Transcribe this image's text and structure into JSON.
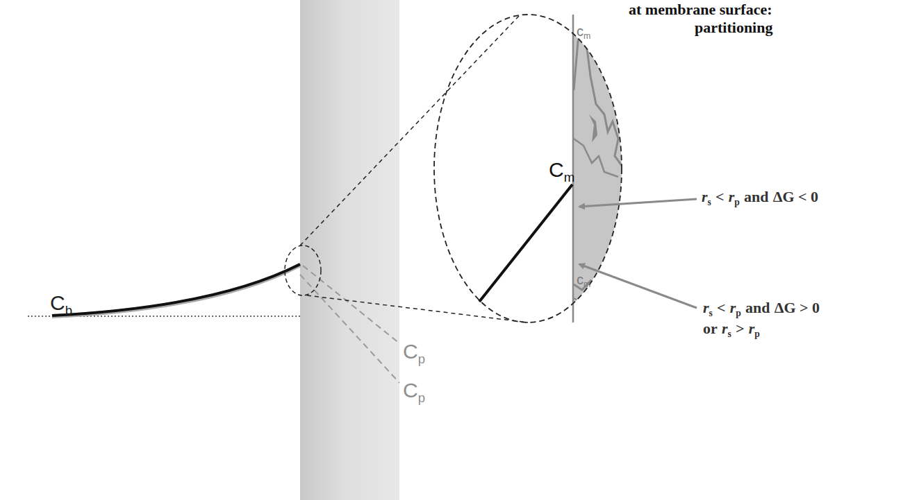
{
  "diagram": {
    "labels": [
      "at membrane surface:",
      "partitioning",
      "C",
      "b",
      "C",
      "m",
      "c",
      "m",
      "c",
      "m",
      "C",
      "p",
      "C",
      "p",
      "r",
      "s",
      "<",
      "r",
      "p",
      "and",
      "ΔG < 0",
      "r",
      "s",
      "<",
      "r",
      "p",
      "and",
      "ΔG > 0",
      "or",
      "r",
      "s",
      ">",
      "r",
      "p"
    ]
  }
}
